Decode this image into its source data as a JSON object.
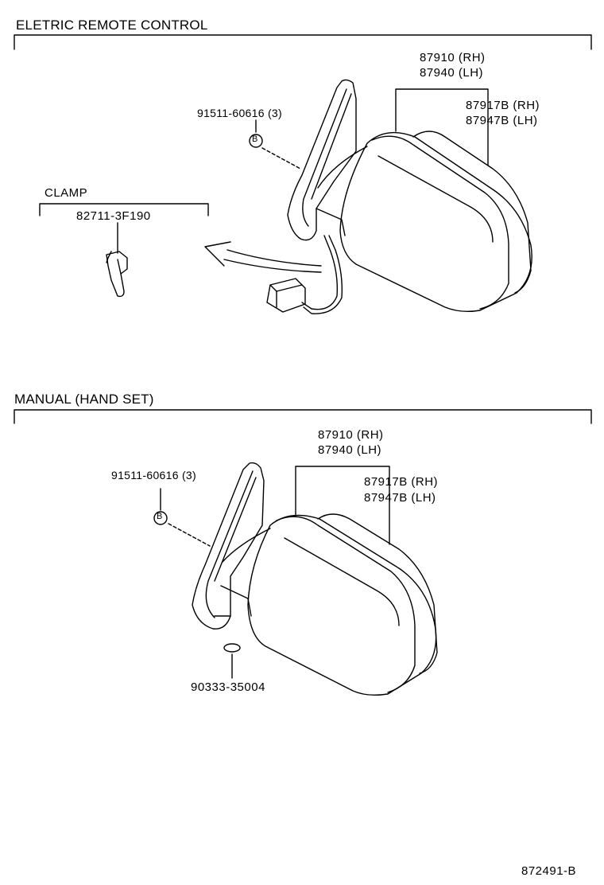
{
  "sections": {
    "electric": {
      "title": "ELETRIC REMOTE CONTROL",
      "mirror_assy": [
        "87910 (RH)",
        "87940 (LH)"
      ],
      "mirror_outer": [
        "87917B (RH)",
        "87947B (LH)"
      ],
      "screw": "91511-60616 (3)",
      "clamp_label": "CLAMP",
      "clamp_part": "82711-3F190",
      "ref_marker": "B"
    },
    "manual": {
      "title": "MANUAL (HAND SET)",
      "mirror_assy": [
        "87910 (RH)",
        "87940 (LH)"
      ],
      "mirror_outer": [
        "87917B (RH)",
        "87947B (LH)"
      ],
      "screw": "91511-60616 (3)",
      "pad_part": "90333-35004",
      "ref_marker": "B"
    }
  },
  "diagram_id": "872491-B"
}
